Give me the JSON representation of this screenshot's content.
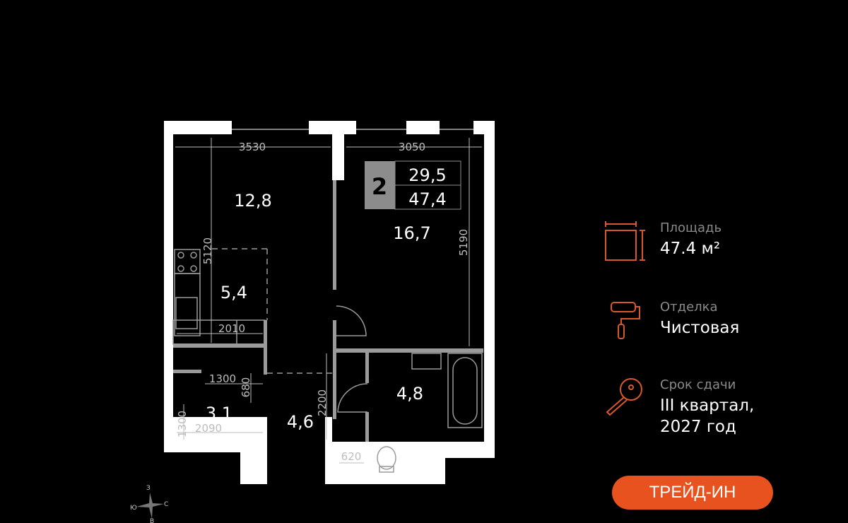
{
  "plan": {
    "rooms_count": "2",
    "living_area": "29,5",
    "total_area": "47,4",
    "room_areas": {
      "kitchen_living": "12,8",
      "kitchen": "5,4",
      "bedroom": "16,7",
      "closet": "3,1",
      "hall": "4,6",
      "bathroom": "4,8"
    },
    "dimensions": {
      "top_left": "3530",
      "top_right": "3050",
      "left_height": "5120",
      "right_height": "5190",
      "kitchen_width": "2010",
      "closet_top": "1300",
      "closet_small": "680",
      "closet_height": "1300",
      "closet_width": "2090",
      "hall_height": "2200",
      "bath_small": "620"
    },
    "compass": {
      "n": "З",
      "e": "С",
      "s": "В",
      "w": "Ю"
    }
  },
  "info": {
    "area_label": "Площадь",
    "area_value": "47.4 м²",
    "finish_label": "Отделка",
    "finish_value": "Чистовая",
    "deadline_label": "Срок сдачи",
    "deadline_line1": "III квартал,",
    "deadline_line2": "2027 год"
  },
  "trade_in_label": "ТРЕЙД-ИН",
  "colors": {
    "accent": "#e8521e",
    "icon": "#d9582b"
  }
}
